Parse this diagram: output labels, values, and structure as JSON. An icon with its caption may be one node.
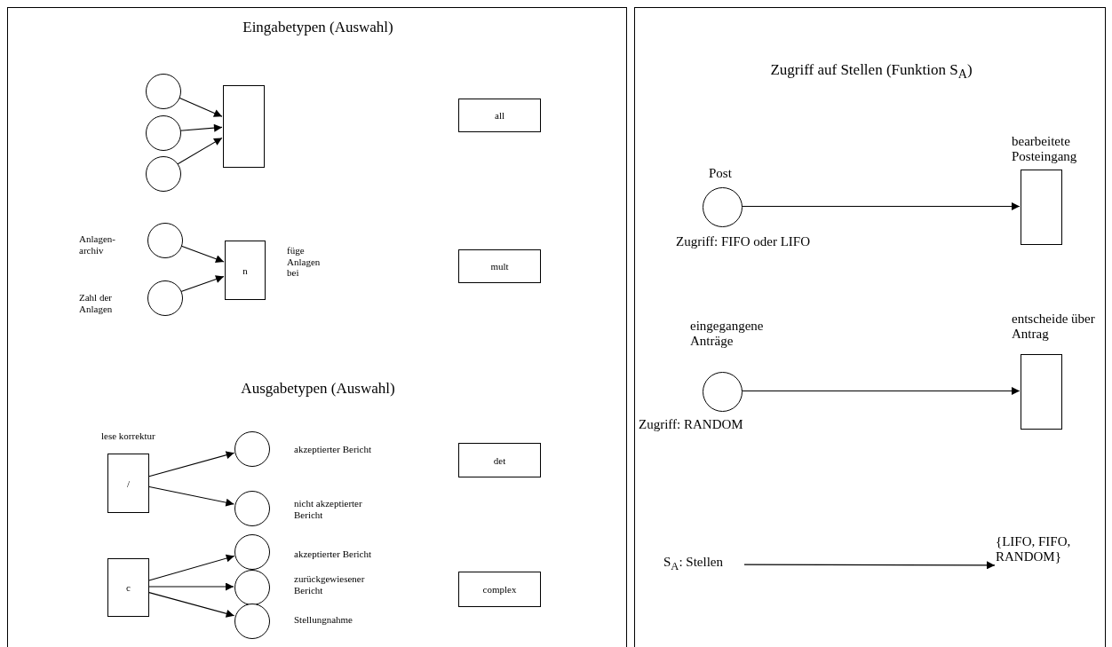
{
  "diagram": {
    "nodes": [
      {
        "text": [
          "Eingabetypen (Auswahl)",
          "Ausgabetypen (Auswahl)"
        ]
      },
      {
        "text": [],
        "shape": "circle",
        "in": 0
      },
      {
        "text": [],
        "shape": "circle",
        "in": 0
      },
      {
        "text": [],
        "shape": "circle",
        "in": 0
      },
      {
        "text": [],
        "shape": "box",
        "in": 0
      },
      {
        "text": [
          "all"
        ],
        "in": 0
      },
      {
        "text": [],
        "shape": "circle",
        "in": 0,
        "beside": [
          "Anlagen-archiv"
        ]
      },
      {
        "text": [],
        "shape": "circle",
        "in": 0,
        "beside": [
          "Zahl der Anlagen"
        ]
      },
      {
        "text": [
          "n"
        ],
        "in": 0,
        "beside": [
          "füge Anlagen bei"
        ]
      },
      {
        "text": [
          "mult"
        ],
        "in": 0
      },
      {
        "text": [
          "/"
        ],
        "in": 0,
        "beside": [
          "lese korrektur"
        ]
      },
      {
        "text": [],
        "shape": "circle",
        "in": 0,
        "beside": [
          "akzeptierter Bericht"
        ]
      },
      {
        "text": [],
        "shape": "circle",
        "in": 0,
        "beside": [
          "nicht akzeptierter Bericht"
        ]
      },
      {
        "text": [
          "det"
        ],
        "in": 0
      },
      {
        "text": [
          "c"
        ],
        "in": 0
      },
      {
        "text": [],
        "shape": "circle",
        "in": 0,
        "beside": [
          "akzeptierter Bericht"
        ]
      },
      {
        "text": [],
        "shape": "circle",
        "in": 0,
        "beside": [
          "zurückgewiesener Bericht"
        ]
      },
      {
        "text": [],
        "shape": "circle",
        "in": 0,
        "beside": [
          "Stellungnahme"
        ]
      },
      {
        "text": [
          "complex"
        ],
        "in": 0
      },
      {
        "text": [
          "Zugriff auf Stellen (Funktion S$_{A}$)"
        ]
      },
      {
        "text": [],
        "shape": "circle",
        "in": 19,
        "beside": [
          "Post",
          "Zugriff: FIFO oder LIFO"
        ]
      },
      {
        "text": [],
        "shape": "box",
        "in": 19,
        "beside": [
          "bearbeitete Posteingang"
        ]
      },
      {
        "text": [],
        "shape": "circle",
        "in": 19,
        "beside": [
          "eingegangene Anträge",
          "Zugriff: RANDOM"
        ]
      },
      {
        "text": [],
        "shape": "box",
        "in": 19,
        "beside": [
          "entscheide über Antrag"
        ]
      },
      {
        "text": [
          "S$_{A}$: Stellen"
        ],
        "in": 19
      },
      {
        "text": [
          "{LIFO, FIFO, RANDOM}"
        ],
        "in": 19
      }
    ],
    "edges": [
      {
        "from": 1,
        "to": 4,
        "arrow": "to"
      },
      {
        "from": 2,
        "to": 4,
        "arrow": "to"
      },
      {
        "from": 3,
        "to": 4,
        "arrow": "to"
      },
      {
        "from": 6,
        "to": 8,
        "arrow": "to"
      },
      {
        "from": 7,
        "to": 8,
        "arrow": "to"
      },
      {
        "from": 10,
        "to": 11,
        "arrow": "to"
      },
      {
        "from": 10,
        "to": 12,
        "arrow": "to"
      },
      {
        "from": 14,
        "to": 15,
        "arrow": "to"
      },
      {
        "from": 14,
        "to": 16,
        "arrow": "to"
      },
      {
        "from": 14,
        "to": 17,
        "arrow": "to"
      },
      {
        "from": 20,
        "to": 21,
        "arrow": "to"
      },
      {
        "from": 22,
        "to": 23,
        "arrow": "to"
      },
      {
        "from": 24,
        "to": 25,
        "arrow": "to"
      }
    ]
  }
}
